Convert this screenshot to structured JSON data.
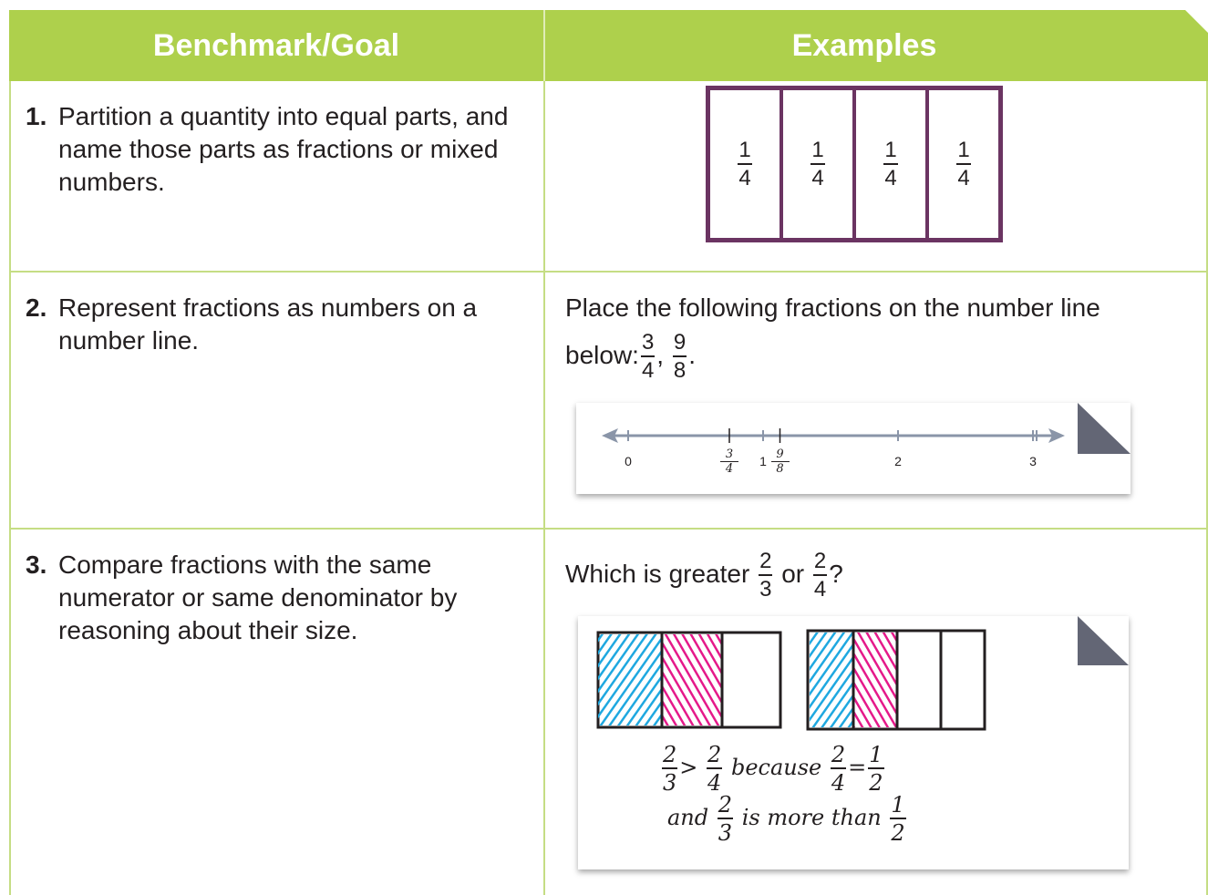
{
  "header": {
    "col1": "Benchmark/Goal",
    "col2": "Examples"
  },
  "rows": [
    {
      "number": "1.",
      "goal": "Partition a quantity into equal parts, and name those parts as fractions or mixed numbers.",
      "parts": [
        {
          "num": "1",
          "den": "4"
        },
        {
          "num": "1",
          "den": "4"
        },
        {
          "num": "1",
          "den": "4"
        },
        {
          "num": "1",
          "den": "4"
        }
      ]
    },
    {
      "number": "2.",
      "goal": "Represent fractions as numbers on a number line.",
      "example_line1": "Place the following fractions on the number line",
      "example_prefix": "below:",
      "frac_a": {
        "num": "3",
        "den": "4"
      },
      "frac_b": {
        "num": "9",
        "den": "8"
      },
      "sep": ",",
      "end": ".",
      "numberline": {
        "labels": [
          "0",
          "1",
          "2",
          "3"
        ],
        "marks": [
          {
            "num": "3",
            "den": "4",
            "value": 0.75
          },
          {
            "num": "9",
            "den": "8",
            "value": 1.125
          }
        ]
      }
    },
    {
      "number": "3.",
      "goal": "Compare fractions with the same numerator or same denominator by reasoning about their size.",
      "question_prefix": "Which is greater",
      "frac_a": {
        "num": "2",
        "den": "3"
      },
      "word_or": "or",
      "frac_b": {
        "num": "2",
        "den": "4"
      },
      "question_mark": "?",
      "handwriting": {
        "line1_word": "because",
        "line2_and": "and",
        "line2_text": "is more than",
        "f23": {
          "num": "2",
          "den": "3"
        },
        "f24": {
          "num": "2",
          "den": "4"
        },
        "f12": {
          "num": "1",
          "den": "2"
        },
        "gt": ">",
        "eq": "="
      }
    }
  ],
  "colors": {
    "header_green": "#aed04c",
    "border_green": "#c5dd84",
    "bar_purple": "#6b3462",
    "shade_blue": "#1fa8e0",
    "shade_pink": "#e5198a",
    "numberline_gray": "#8a95a8",
    "fold_gray": "#636675"
  }
}
